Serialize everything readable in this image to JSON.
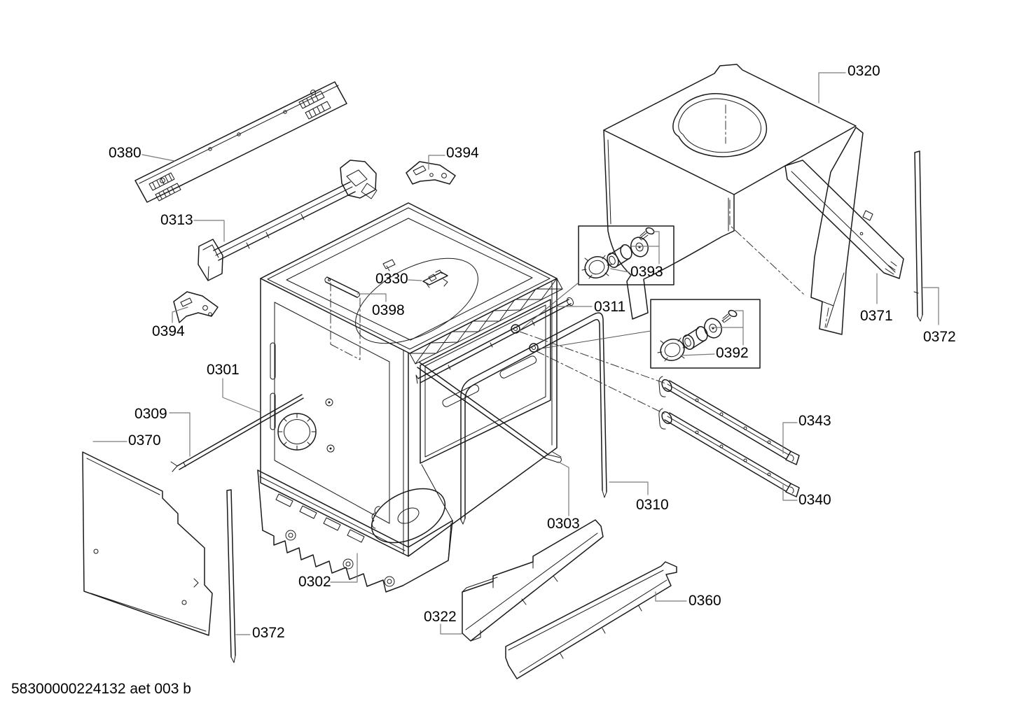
{
  "diagram": {
    "document_code": "58300000224132 aet 003 b",
    "colors": {
      "background": "#ffffff",
      "line": "#1a1a1a",
      "leader": "#7a7a7a"
    },
    "labels": {
      "l0380": {
        "text": "0380"
      },
      "l0313": {
        "text": "0313"
      },
      "l0394_top": {
        "text": "0394"
      },
      "l0394_left": {
        "text": "0394"
      },
      "l0330": {
        "text": "0330"
      },
      "l0398": {
        "text": "0398"
      },
      "l0311": {
        "text": "0311"
      },
      "l0393": {
        "text": "0393"
      },
      "l0392": {
        "text": "0392"
      },
      "l0320": {
        "text": "0320"
      },
      "l0371": {
        "text": "0371"
      },
      "l0372_right": {
        "text": "0372"
      },
      "l0301": {
        "text": "0301"
      },
      "l0309": {
        "text": "0309"
      },
      "l0370": {
        "text": "0370"
      },
      "l0343": {
        "text": "0343"
      },
      "l0340": {
        "text": "0340"
      },
      "l0310": {
        "text": "0310"
      },
      "l0303": {
        "text": "0303"
      },
      "l0302": {
        "text": "0302"
      },
      "l0322": {
        "text": "0322"
      },
      "l0360": {
        "text": "0360"
      },
      "l0372_left": {
        "text": "0372"
      }
    }
  }
}
